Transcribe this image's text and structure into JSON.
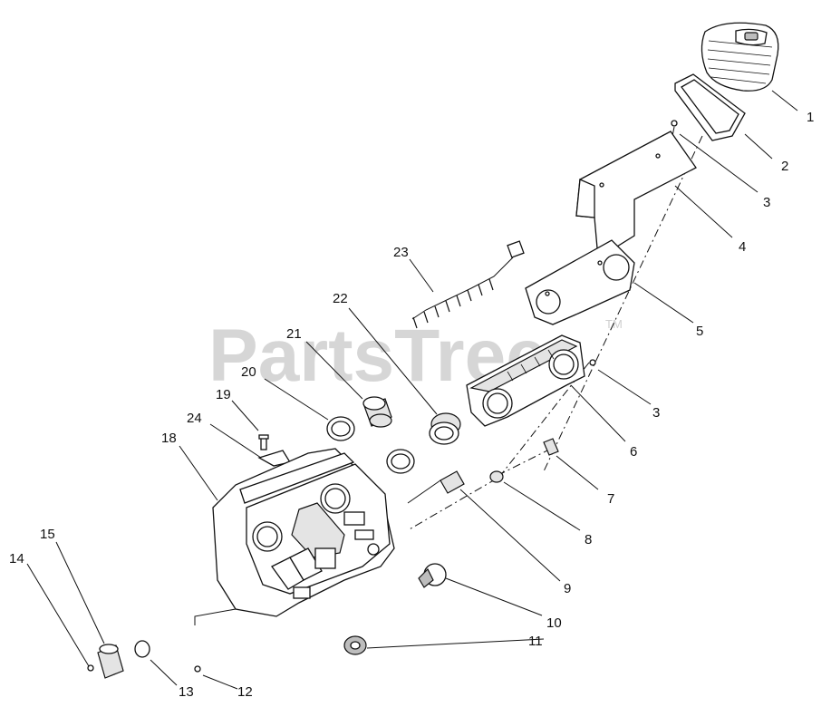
{
  "watermark": {
    "text": "PartsTree",
    "tm": "TM"
  },
  "callouts": {
    "c1": "1",
    "c2": "2",
    "c3a": "3",
    "c3b": "3",
    "c4": "4",
    "c5": "5",
    "c6": "6",
    "c7": "7",
    "c8": "8",
    "c9": "9",
    "c10": "10",
    "c11": "11",
    "c12": "12",
    "c13": "13",
    "c14": "14",
    "c15": "15",
    "c18": "18",
    "c19": "19",
    "c20": "20",
    "c21": "21",
    "c22": "22",
    "c23": "23",
    "c24": "24"
  }
}
